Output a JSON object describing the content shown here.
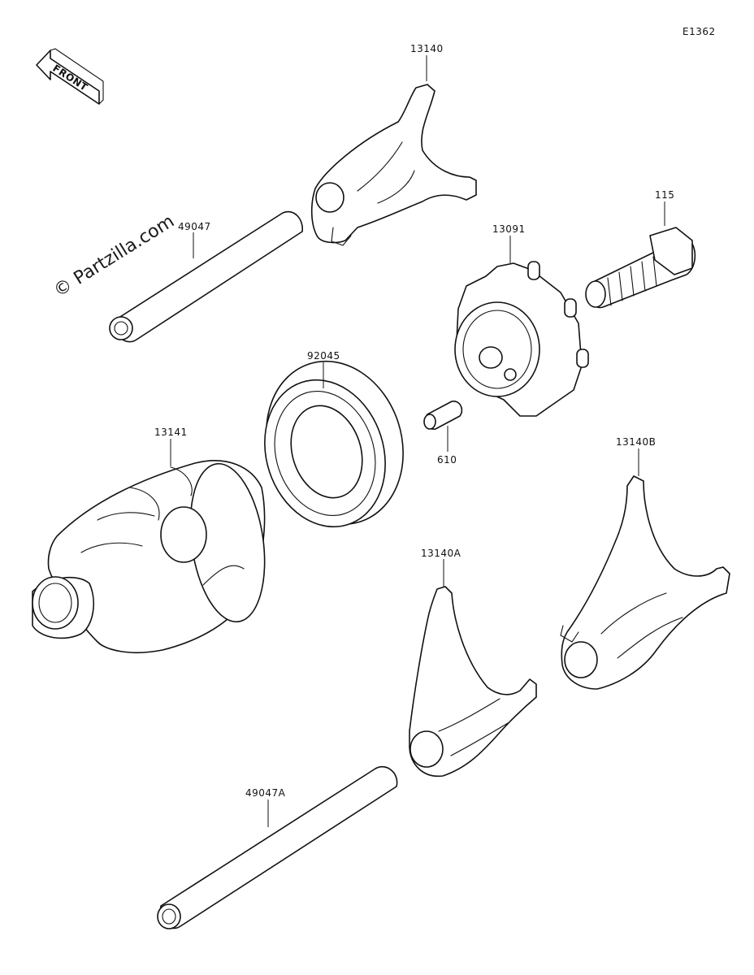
{
  "diagram_code": "E1362",
  "front_label": "FRONT",
  "watermark": "© Partzilla.com",
  "parts": {
    "p13140": "13140",
    "p49047": "49047",
    "p115": "115",
    "p13091": "13091",
    "p92045": "92045",
    "p13141": "13141",
    "p610": "610",
    "p13140B": "13140B",
    "p13140A": "13140A",
    "p49047A": "49047A"
  }
}
